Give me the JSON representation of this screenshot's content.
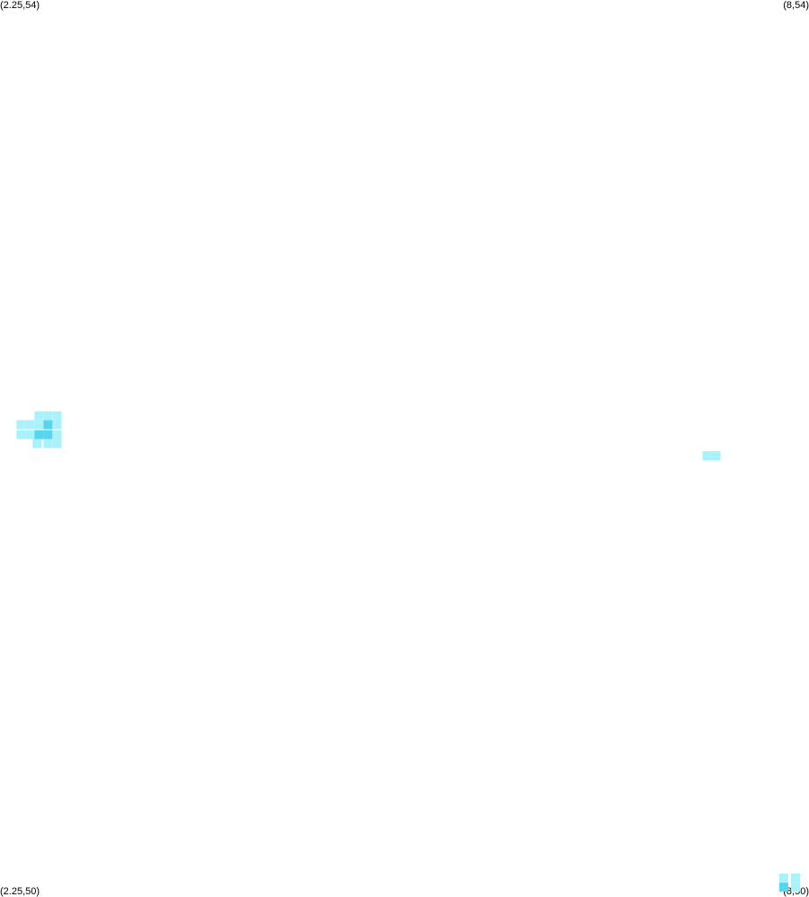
{
  "corner_labels": {
    "top_left": "(2.25,54)",
    "top_right": "(8,54)",
    "bottom_left": "(2.25,50)",
    "bottom_right": "(8,50)"
  },
  "colors": {
    "light": "#aaf2fb",
    "medium": "#55d5ee",
    "background": "#ffffff"
  },
  "chart_data": {
    "type": "heatmap",
    "title": "",
    "xlabel": "",
    "ylabel": "",
    "xlim": [
      2.25,
      8
    ],
    "ylim": [
      50,
      54
    ],
    "grid": false,
    "legend": "none",
    "cell_width": 0.064,
    "cell_height": 0.04,
    "cells": [
      {
        "x": 2.527,
        "y": 52.146,
        "level": 1
      },
      {
        "x": 2.591,
        "y": 52.146,
        "level": 1
      },
      {
        "x": 2.656,
        "y": 52.146,
        "level": 1
      },
      {
        "x": 2.399,
        "y": 52.106,
        "level": 1
      },
      {
        "x": 2.463,
        "y": 52.106,
        "level": 1
      },
      {
        "x": 2.527,
        "y": 52.106,
        "level": 1
      },
      {
        "x": 2.591,
        "y": 52.106,
        "level": 2
      },
      {
        "x": 2.656,
        "y": 52.106,
        "level": 1
      },
      {
        "x": 2.399,
        "y": 52.062,
        "level": 1
      },
      {
        "x": 2.463,
        "y": 52.062,
        "level": 1
      },
      {
        "x": 2.527,
        "y": 52.062,
        "level": 2
      },
      {
        "x": 2.591,
        "y": 52.062,
        "level": 2
      },
      {
        "x": 2.656,
        "y": 52.062,
        "level": 1
      },
      {
        "x": 2.514,
        "y": 52.022,
        "level": 1
      },
      {
        "x": 2.591,
        "y": 52.022,
        "level": 1
      },
      {
        "x": 2.656,
        "y": 52.022,
        "level": 1
      },
      {
        "x": 7.275,
        "y": 51.968,
        "level": 1
      },
      {
        "x": 7.339,
        "y": 51.968,
        "level": 1
      },
      {
        "x": 7.82,
        "y": 50.085,
        "level": 1
      },
      {
        "x": 7.904,
        "y": 50.085,
        "level": 1
      },
      {
        "x": 7.82,
        "y": 50.044,
        "level": 2
      },
      {
        "x": 7.904,
        "y": 50.044,
        "level": 1
      }
    ]
  }
}
